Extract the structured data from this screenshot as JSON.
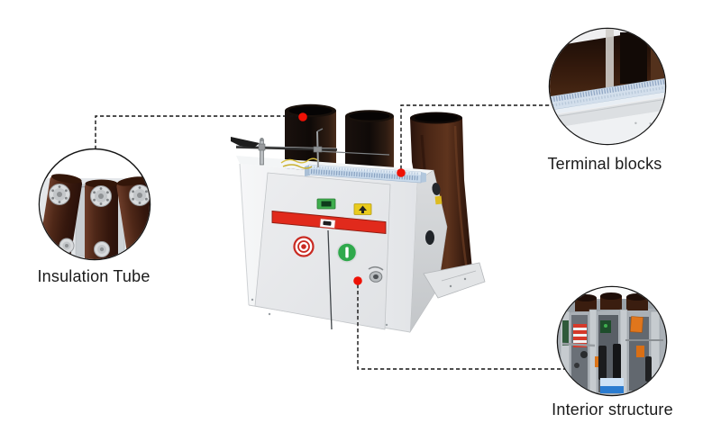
{
  "image": {
    "type": "product-callout-diagram",
    "subject": "vacuum-circuit-breaker",
    "background": "#ffffff"
  },
  "callouts": [
    {
      "id": "insulation-tube",
      "label": "Insulation Tube"
    },
    {
      "id": "terminal-blocks",
      "label": "Terminal blocks"
    },
    {
      "id": "interior-structure",
      "label": "Interior structure"
    }
  ],
  "colors": {
    "callout_dot": "#ee1105",
    "callout_line": "#141414",
    "label_text": "#1a1a1a",
    "stripe_red": "#e12a1c",
    "button_red": "#c92a22",
    "button_green": "#2fa94c",
    "indicator_green": "#3fae4e",
    "warning_yellow": "#e9cb1e",
    "terminal_strip_blue": "#c9daeb",
    "pole_dark": "#140d0a",
    "insulation_tube_brown": "#4f2818",
    "cabinet_light": "#e8eaed"
  }
}
